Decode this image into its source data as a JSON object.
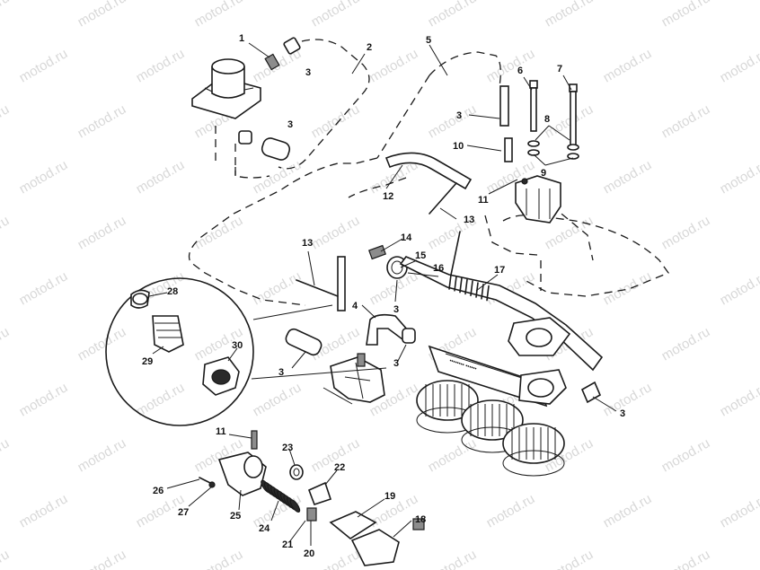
{
  "watermark": "motod.ru",
  "callouts": {
    "c1": "1",
    "c2": "2",
    "c3a": "3",
    "c3b": "3",
    "c3c": "3",
    "c3d": "3",
    "c3e": "3",
    "c3f": "3",
    "c3g": "3",
    "c4": "4",
    "c5": "5",
    "c6": "6",
    "c7": "7",
    "c8": "8",
    "c9": "9",
    "c10": "10",
    "c11a": "11",
    "c11b": "11",
    "c12": "12",
    "c13a": "13",
    "c13b": "13",
    "c14": "14",
    "c15": "15",
    "c16": "16",
    "c17": "17",
    "c18": "18",
    "c19": "19",
    "c20": "20",
    "c21": "21",
    "c22": "22",
    "c23": "23",
    "c24": "24",
    "c25": "25",
    "c26": "26",
    "c27": "27",
    "c28": "28",
    "c29": "29",
    "c30": "30"
  }
}
